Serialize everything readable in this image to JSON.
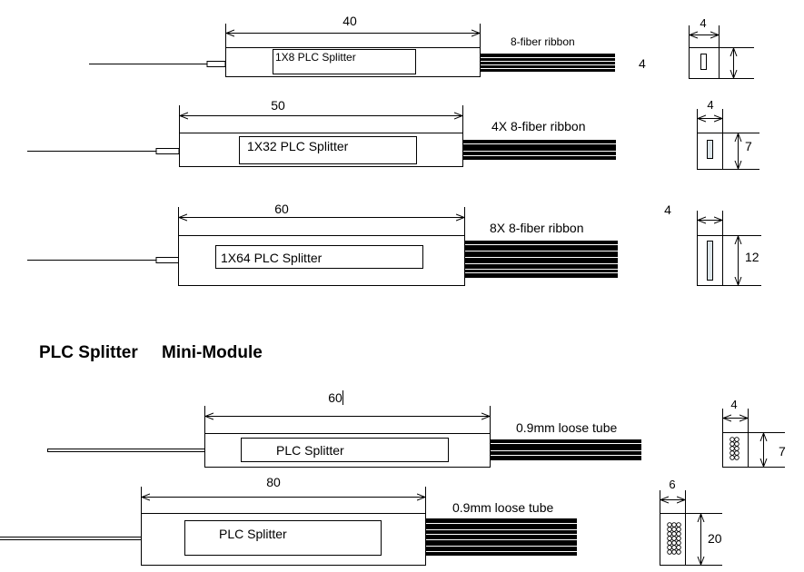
{
  "section_heading": {
    "left": "PLC Splitter",
    "right": "Mini-Module"
  },
  "units": [
    {
      "length": "40",
      "label": "1X8 PLC Splitter",
      "fiber_label": "8-fiber ribbon",
      "side_width": "4",
      "side_height": "4"
    },
    {
      "length": "50",
      "label": "1X32 PLC Splitter",
      "fiber_label": "4X 8-fiber ribbon",
      "side_width": "4",
      "side_height": "7"
    },
    {
      "length": "60",
      "label": "1X64 PLC Splitter",
      "fiber_label": "8X 8-fiber ribbon",
      "side_width": "4",
      "side_height": "12"
    },
    {
      "length": "60",
      "label": "PLC Splitter",
      "fiber_label": "0.9mm loose tube",
      "side_width": "4",
      "side_height": "7"
    },
    {
      "length": "80",
      "label": "PLC Splitter",
      "fiber_label": "0.9mm loose tube",
      "side_width": "6",
      "side_height": "20"
    }
  ]
}
